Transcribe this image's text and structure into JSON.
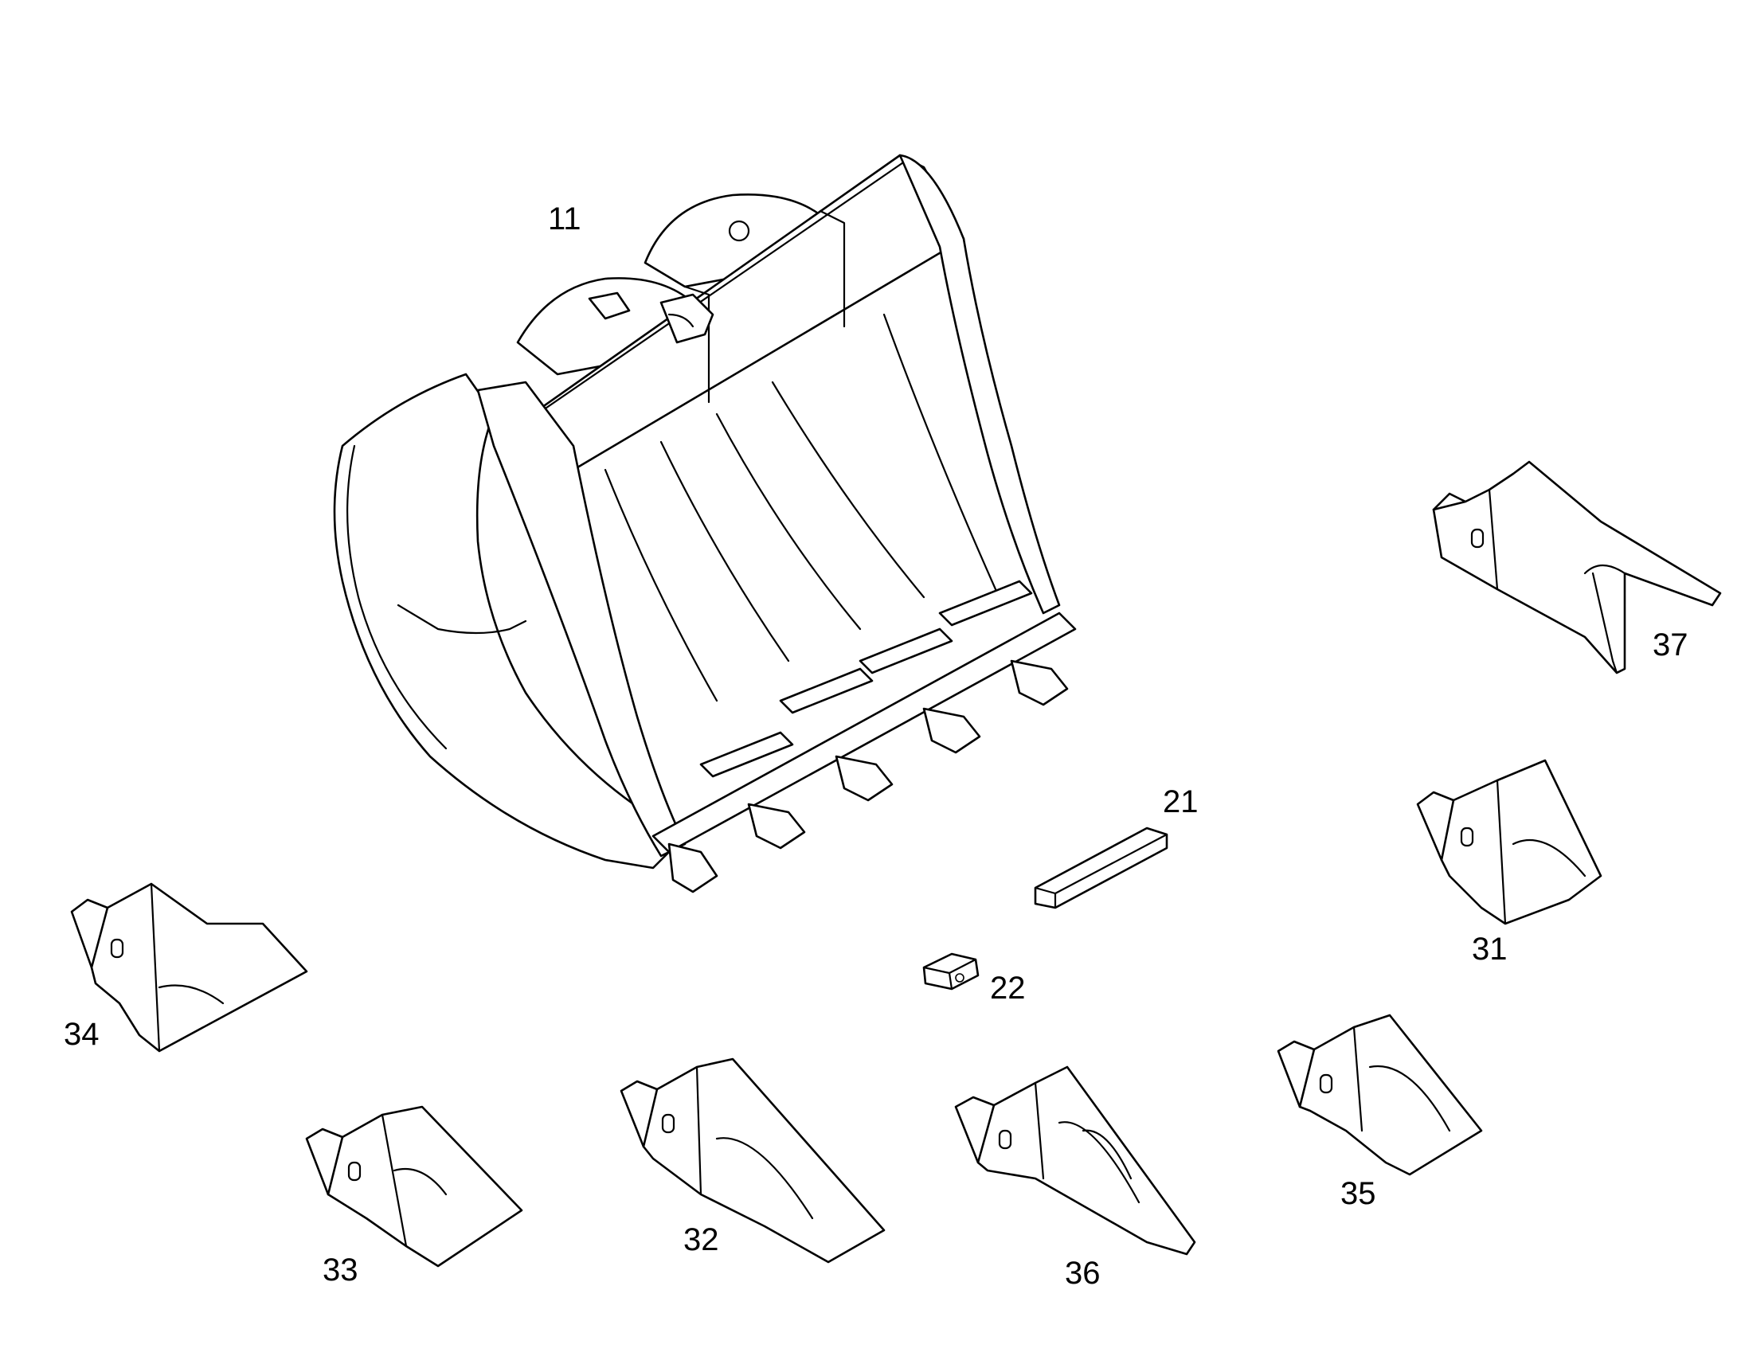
{
  "diagram": {
    "colors": {
      "line": "#000000",
      "background": "#ffffff"
    },
    "parts": [
      {
        "id": "bucket",
        "label": "11"
      },
      {
        "id": "side-cutter",
        "label": "21"
      },
      {
        "id": "adapter",
        "label": "22"
      },
      {
        "id": "tooth-a",
        "label": "31"
      },
      {
        "id": "tooth-b",
        "label": "32"
      },
      {
        "id": "tooth-c",
        "label": "33"
      },
      {
        "id": "tooth-d",
        "label": "34"
      },
      {
        "id": "tooth-e",
        "label": "35"
      },
      {
        "id": "tooth-f",
        "label": "36"
      },
      {
        "id": "tooth-g",
        "label": "37"
      }
    ]
  }
}
